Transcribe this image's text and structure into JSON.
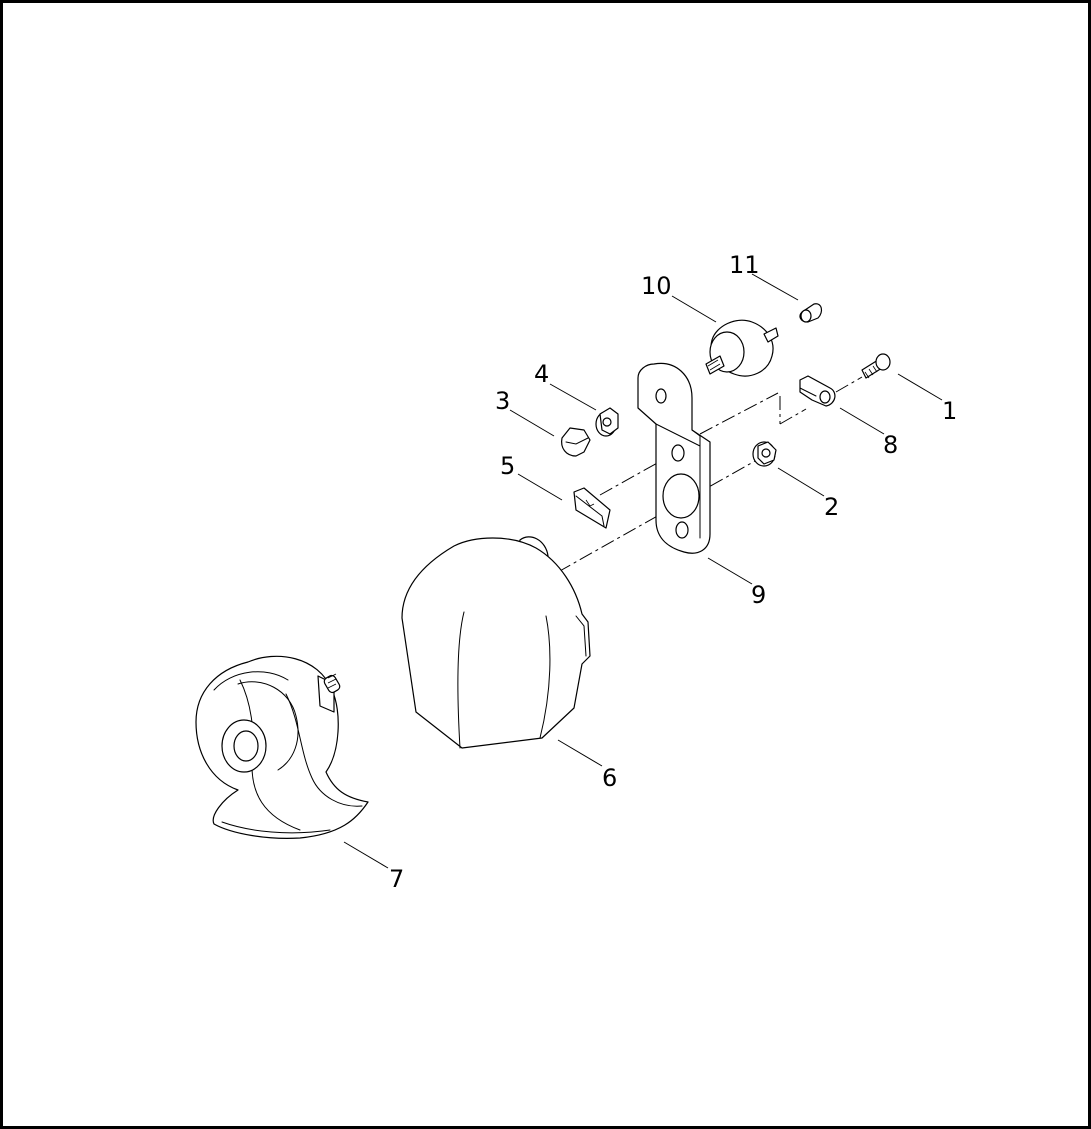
{
  "callouts": [
    {
      "id": "1",
      "text": "1"
    },
    {
      "id": "2",
      "text": "2"
    },
    {
      "id": "3",
      "text": "3"
    },
    {
      "id": "4",
      "text": "4"
    },
    {
      "id": "5",
      "text": "5"
    },
    {
      "id": "6",
      "text": "6"
    },
    {
      "id": "7",
      "text": "7"
    },
    {
      "id": "8",
      "text": "8"
    },
    {
      "id": "9",
      "text": "9"
    },
    {
      "id": "10",
      "text": "10"
    },
    {
      "id": "11",
      "text": "11"
    }
  ],
  "colors": {
    "line": "#000000",
    "background": "#ffffff"
  }
}
